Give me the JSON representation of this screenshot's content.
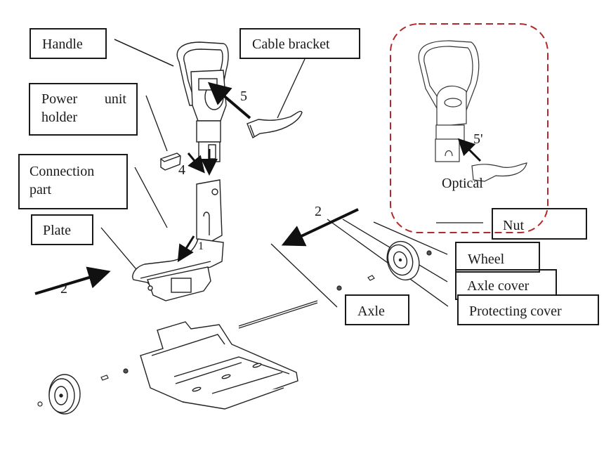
{
  "diagram": {
    "title": "Exploded assembly diagram of cart with handle, plate and wheels",
    "accent_colors": {
      "line": "#1a1a1a",
      "optional_outline": "#b02a2a"
    },
    "labels": {
      "handle": "Handle",
      "cable_bracket": "Cable bracket",
      "power_unit_holder_line1_a": "Power",
      "power_unit_holder_line1_b": "unit",
      "power_unit_holder_line2": "holder",
      "connection_part_line1": "Connection",
      "connection_part_line2": "part",
      "plate": "Plate",
      "nut": "Nut",
      "wheel": "Wheel",
      "axle_cover": "Axle cover",
      "protecting_cover": "Protecting cover",
      "axle": "Axle",
      "optional": "Optical"
    },
    "step_numbers": {
      "step_5": "5",
      "step_5_prime": "5'",
      "step_4": "4",
      "step_1": "1",
      "step_2_left": "2",
      "step_2_right": "2"
    }
  }
}
